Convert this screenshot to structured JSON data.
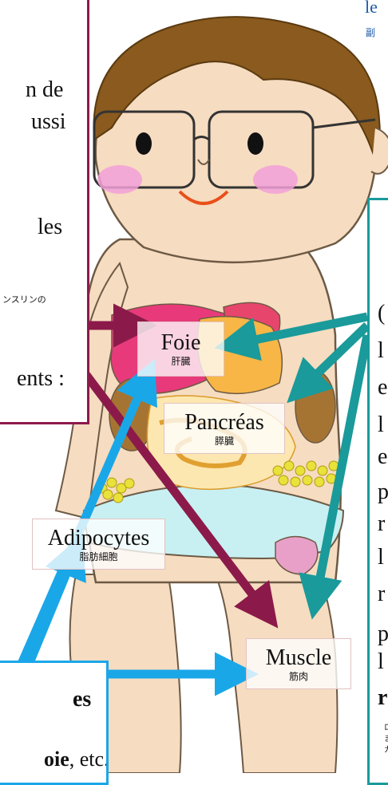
{
  "organs": {
    "liver": {
      "fr": "Foie",
      "jp": "肝臓"
    },
    "pancreas": {
      "fr": "Pancréas",
      "jp": "膵臓"
    },
    "adipocytes": {
      "fr": "Adipocytes",
      "jp": "脂肪細胞"
    },
    "muscle": {
      "fr": "Muscle",
      "jp": "筋肉"
    }
  },
  "left_box": {
    "line1": "n de",
    "line2": "ussi",
    "line3": "les",
    "jp_fragment": "ンスリンの",
    "line4": "ents :"
  },
  "top_right": {
    "text": "le",
    "jp": "副"
  },
  "right_box": {
    "letters": [
      "(",
      "l",
      "e",
      "l",
      "e",
      "p",
      "r",
      "l",
      "r",
      "p",
      "l",
      "r"
    ],
    "jp_fragments": [
      "ロ",
      "ま",
      "カ"
    ]
  },
  "bottom_box": {
    "line1": "es",
    "line2_bold": "oie",
    "line2_rest": ", etc."
  },
  "colors": {
    "left_box_border": "#8b1a4a",
    "right_box_border": "#1a9a9a",
    "bottom_box_border": "#1aa7e8",
    "arrow_maroon": "#8b1a4a",
    "arrow_teal": "#1a9a9a",
    "arrow_blue": "#1aa7e8",
    "link_blue": "#1a5aa8"
  }
}
